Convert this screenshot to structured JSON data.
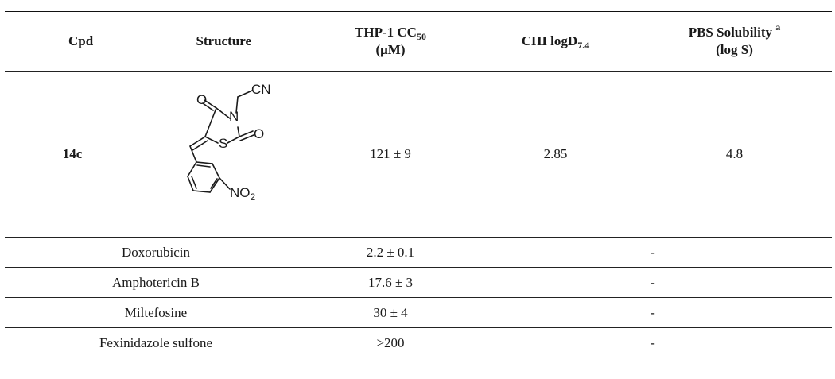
{
  "table": {
    "headers": {
      "cpd": "Cpd",
      "structure": "Structure",
      "thp1_main": "THP-1 CC",
      "thp1_sub": "50",
      "thp1_unit": "(μM)",
      "chi_main": "CHI logD",
      "chi_sub": "7.4",
      "pbs_main": "PBS Solubility",
      "pbs_sup": "a",
      "pbs_unit": "(log S)"
    },
    "compound": {
      "name": "14c",
      "thp1": "121 ± 9",
      "chi": "2.85",
      "pbs": "4.8",
      "structure_labels": {
        "o_top": "O",
        "n": "N",
        "cn": "CN",
        "o_right": "O",
        "s": "S",
        "no2_main": "NO",
        "no2_sub": "2"
      }
    },
    "references": [
      {
        "name": "Doxorubicin",
        "thp1": "2.2 ± 0.1",
        "other": "-"
      },
      {
        "name": "Amphotericin B",
        "thp1": "17.6 ± 3",
        "other": "-"
      },
      {
        "name": "Miltefosine",
        "thp1": "30 ± 4",
        "other": "-"
      },
      {
        "name": "Fexinidazole sulfone",
        "thp1": ">200",
        "other": "-"
      }
    ]
  }
}
